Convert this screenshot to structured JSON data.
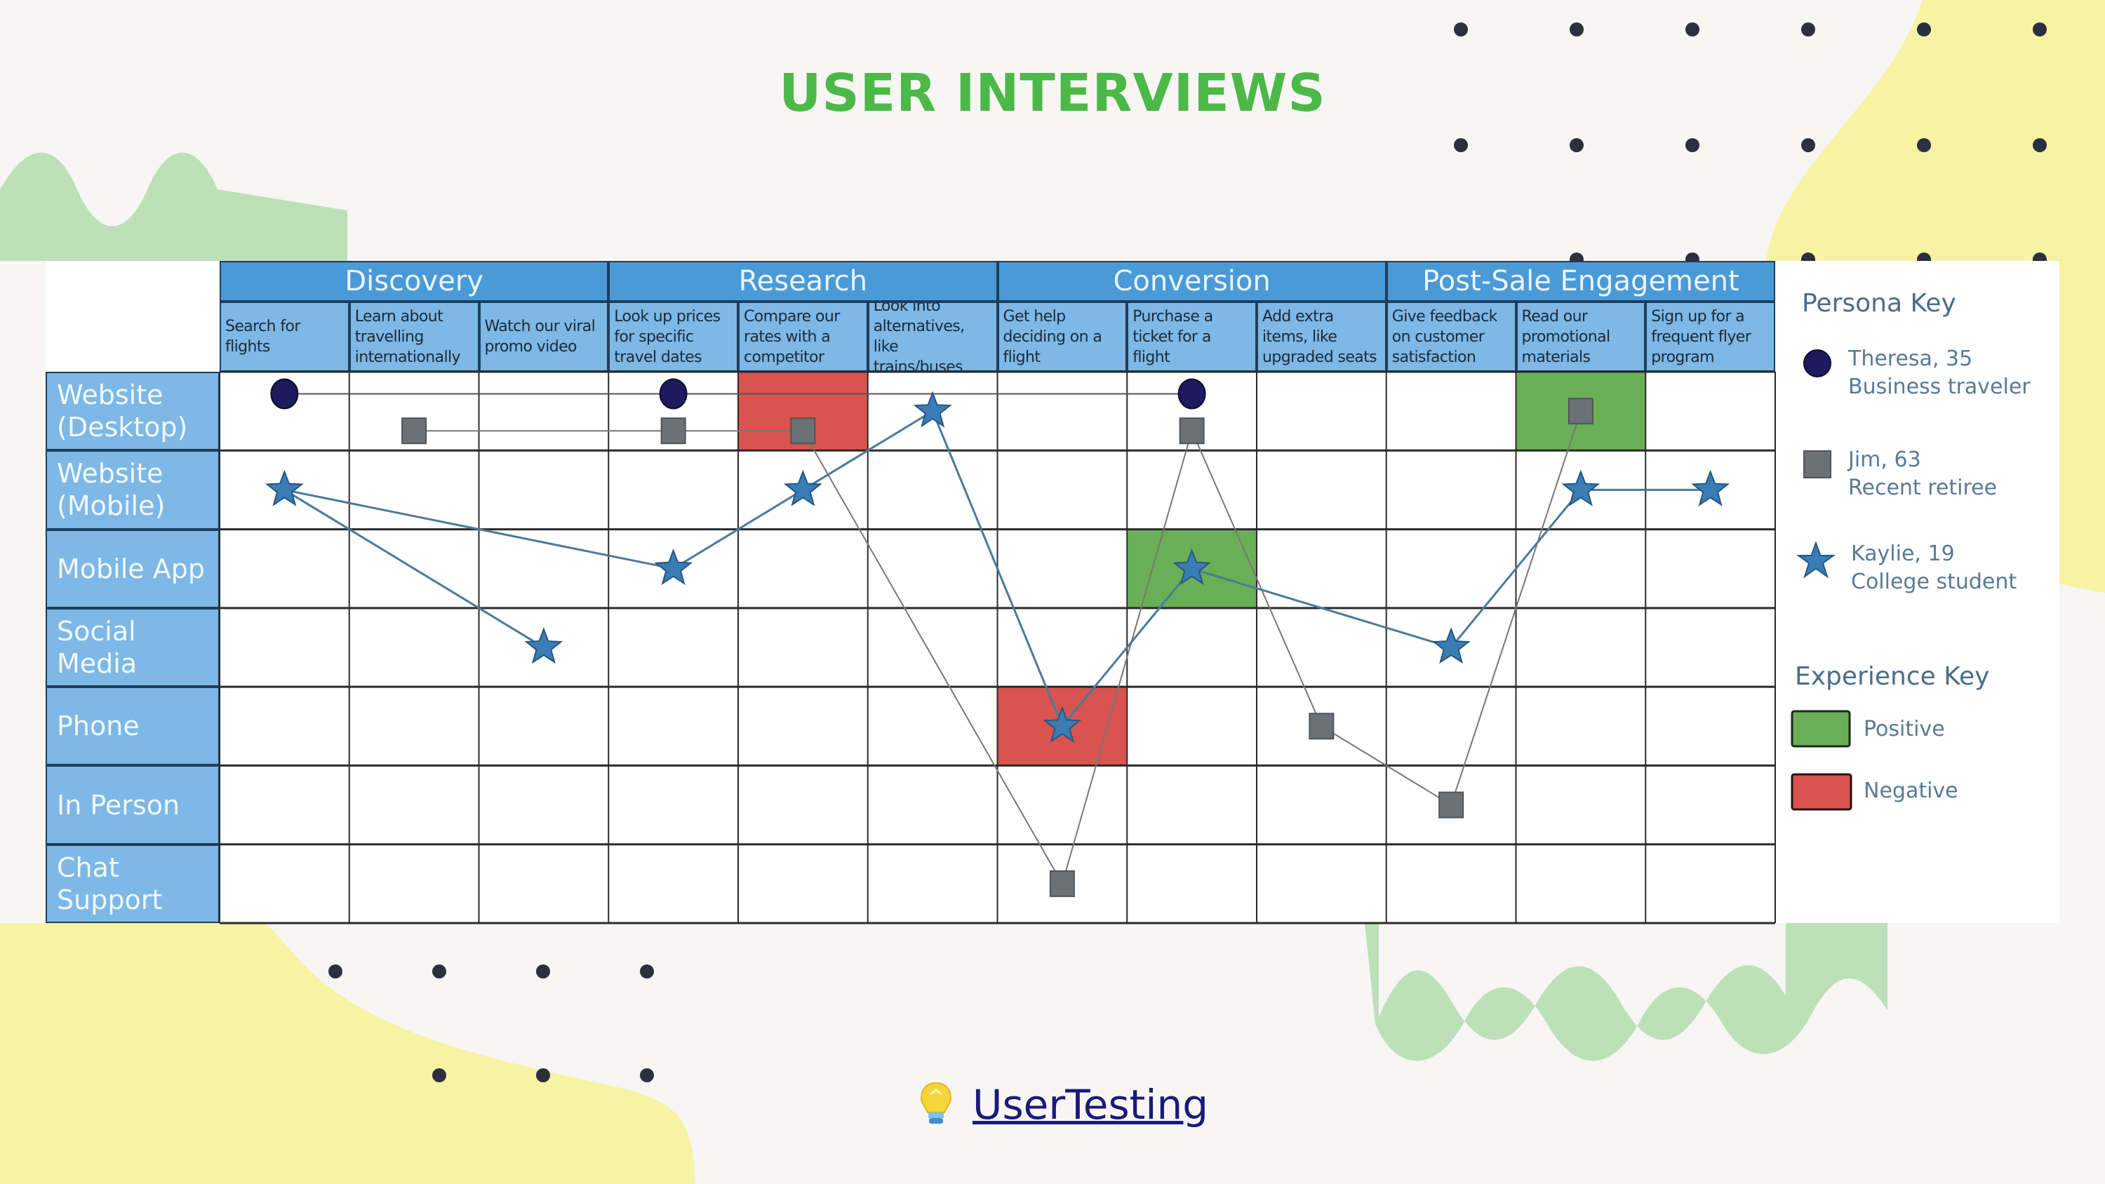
{
  "title": "USER INTERVIEWS",
  "phases": [
    {
      "label": "Discovery",
      "span": 3
    },
    {
      "label": "Research",
      "span": 3
    },
    {
      "label": "Conversion",
      "span": 3
    },
    {
      "label": "Post-Sale Engagement",
      "span": 3
    }
  ],
  "steps": [
    "Search for flights",
    "Learn about travelling internationally",
    "Watch our viral promo video",
    "Look up prices for specific travel dates",
    "Compare our rates with a competitor",
    "Look into alternatives, like trains/buses",
    "Get help deciding on a flight",
    "Purchase a ticket for a flight",
    "Add extra items, like upgraded seats",
    "Give feedback on customer satisfaction",
    "Read our promotional materials",
    "Sign up for a frequent flyer program"
  ],
  "channels": [
    "Website (Desktop)",
    "Website (Mobile)",
    "Mobile App",
    "Social Media",
    "Phone",
    "In Person",
    "Chat Support"
  ],
  "experiences": [
    {
      "step": 4,
      "channel": 0,
      "type": "negative"
    },
    {
      "step": 6,
      "channel": 4,
      "type": "negative"
    },
    {
      "step": 7,
      "channel": 2,
      "type": "positive"
    },
    {
      "step": 10,
      "channel": 0,
      "type": "positive"
    }
  ],
  "personas": [
    {
      "name": "Theresa, 35",
      "description": "Business traveler",
      "marker": "circle",
      "color": "#1e1a5e",
      "points": [
        {
          "step": 0,
          "channel": 0,
          "pos": "upper"
        },
        {
          "step": 3,
          "channel": 0,
          "pos": "upper"
        },
        {
          "step": 7,
          "channel": 0,
          "pos": "upper"
        }
      ],
      "edges": [
        [
          0,
          1
        ],
        [
          1,
          2
        ]
      ]
    },
    {
      "name": "Jim, 63",
      "description": "Recent retiree",
      "marker": "square",
      "color": "#6b7176",
      "points": [
        {
          "step": 1,
          "channel": 0,
          "pos": "lower"
        },
        {
          "step": 3,
          "channel": 0,
          "pos": "lower"
        },
        {
          "step": 4,
          "channel": 0,
          "pos": "lower"
        },
        {
          "step": 6,
          "channel": 6,
          "pos": "mid"
        },
        {
          "step": 7,
          "channel": 0,
          "pos": "lower"
        },
        {
          "step": 8,
          "channel": 4,
          "pos": "mid"
        },
        {
          "step": 9,
          "channel": 5,
          "pos": "mid"
        },
        {
          "step": 10,
          "channel": 0,
          "pos": "mid"
        }
      ],
      "edges": [
        [
          0,
          1
        ],
        [
          1,
          2
        ],
        [
          2,
          3
        ],
        [
          3,
          4
        ],
        [
          4,
          5
        ],
        [
          5,
          6
        ],
        [
          6,
          7
        ]
      ]
    },
    {
      "name": "Kaylie, 19",
      "description": "College student",
      "marker": "star",
      "color": "#3a7cb5",
      "points": [
        {
          "step": 0,
          "channel": 1,
          "pos": "mid"
        },
        {
          "step": 2,
          "channel": 3,
          "pos": "mid"
        },
        {
          "step": 3,
          "channel": 2,
          "pos": "mid"
        },
        {
          "step": 4,
          "channel": 1,
          "pos": "mid"
        },
        {
          "step": 5,
          "channel": 0,
          "pos": "mid"
        },
        {
          "step": 6,
          "channel": 4,
          "pos": "mid"
        },
        {
          "step": 7,
          "channel": 2,
          "pos": "mid"
        },
        {
          "step": 9,
          "channel": 3,
          "pos": "mid"
        },
        {
          "step": 10,
          "channel": 1,
          "pos": "mid"
        },
        {
          "step": 11,
          "channel": 1,
          "pos": "mid"
        }
      ],
      "edges": [
        [
          0,
          1
        ],
        [
          0,
          2
        ],
        [
          2,
          3
        ],
        [
          3,
          4
        ],
        [
          4,
          5
        ],
        [
          5,
          6
        ],
        [
          6,
          7
        ],
        [
          7,
          8
        ],
        [
          8,
          9
        ]
      ]
    }
  ],
  "legend": {
    "persona_title": "Persona Key",
    "experience_title": "Experience Key",
    "positive_label": "Positive",
    "negative_label": "Negative",
    "positive_color": "#6aaf55",
    "negative_color": "#d9534f"
  },
  "footer": {
    "icon": "lightbulb-icon",
    "brand": "UserTesting"
  }
}
